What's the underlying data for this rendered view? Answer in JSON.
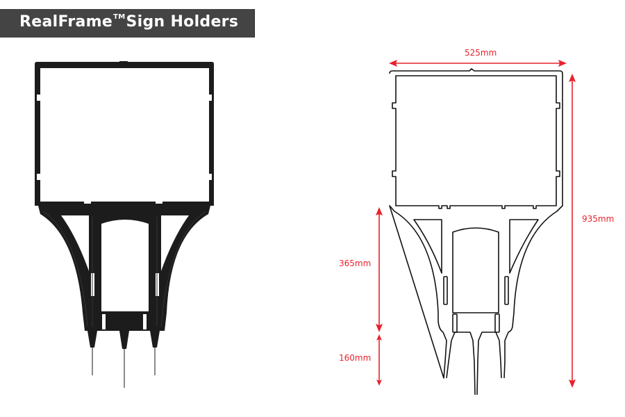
{
  "title": {
    "brand": "RealFrame",
    "trademark": "TM",
    "product": "Sign Holders"
  },
  "colors": {
    "banner_bg": "#444444",
    "banner_text": "#ffffff",
    "dimension_red": "#e8212c",
    "frame_black": "#1c1c1c",
    "outline": "#111111"
  },
  "photo": {
    "alt": "Black RealFrame sign holder with three ground stakes"
  },
  "drawing": {
    "alt": "Line drawing of sign holder with dimensions",
    "dimensions": {
      "width": "525mm",
      "total_height": "935mm",
      "body_height": "365mm",
      "stake_height": "160mm"
    }
  }
}
